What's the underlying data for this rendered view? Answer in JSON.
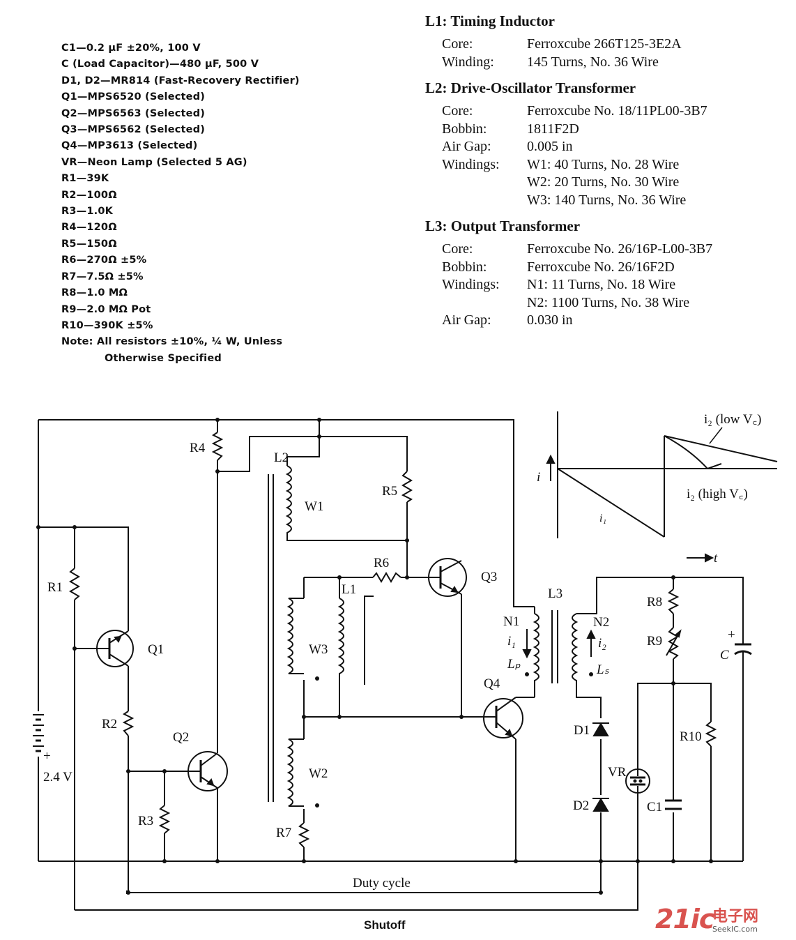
{
  "parts_list": [
    "C1—0.2 μF ±20%, 100 V",
    "C (Load Capacitor)—480 μF, 500 V",
    "D1, D2—MR814 (Fast-Recovery Rectifier)",
    "Q1—MPS6520 (Selected)",
    "Q2—MPS6563 (Selected)",
    "Q3—MPS6562 (Selected)",
    "Q4—MP3613 (Selected)",
    "VR—Neon Lamp (Selected 5 AG)",
    "R1—39K",
    "R2—100Ω",
    "R3—1.0K",
    "R4—120Ω",
    "R5—150Ω",
    "R6—270Ω ±5%",
    "R7—7.5Ω ±5%",
    "R8—1.0 MΩ",
    "R9—2.0 MΩ Pot",
    "R10—390K ±5%",
    "Note: All resistors ±10%, ¼ W, Unless"
  ],
  "parts_note_cont": "Otherwise Specified",
  "inductors": [
    {
      "title": "L1: Timing Inductor",
      "rows": [
        {
          "k": "Core:",
          "v": "Ferroxcube 266T125-3E2A"
        },
        {
          "k": "Winding:",
          "v": "145 Turns, No. 36 Wire"
        }
      ]
    },
    {
      "title": "L2: Drive-Oscillator Transformer",
      "rows": [
        {
          "k": "Core:",
          "v": "Ferroxcube No. 18/11PL00-3B7"
        },
        {
          "k": "Bobbin:",
          "v": "1811F2D"
        },
        {
          "k": "Air Gap:",
          "v": "0.005 in"
        },
        {
          "k": "Windings:",
          "v": "W1: 40 Turns, No. 28 Wire"
        },
        {
          "k": "",
          "v": "W2: 20 Turns, No. 30 Wire"
        },
        {
          "k": "",
          "v": "W3: 140 Turns, No. 36 Wire"
        }
      ]
    },
    {
      "title": "L3: Output Transformer",
      "rows": [
        {
          "k": "Core:",
          "v": "Ferroxcube No. 26/16P-L00-3B7"
        },
        {
          "k": "Bobbin:",
          "v": "Ferroxcube No. 26/16F2D"
        },
        {
          "k": "Windings:",
          "v": "N1: 11 Turns, No. 18 Wire"
        },
        {
          "k": "",
          "v": "N2: 1100 Turns, No. 38 Wire"
        },
        {
          "k": "Air Gap:",
          "v": "0.030 in"
        }
      ]
    }
  ],
  "schematic_labels": {
    "r4": "R4",
    "r1": "R1",
    "r2": "R2",
    "r3": "R3",
    "r5": "R5",
    "r6": "R6",
    "r7": "R7",
    "r8": "R8",
    "r9": "R9",
    "r10": "R10",
    "q1": "Q1",
    "q2": "Q2",
    "q3": "Q3",
    "q4": "Q4",
    "l1": "L1",
    "l2": "L2",
    "l3": "L3",
    "w1": "W1",
    "w2": "W2",
    "w3": "W3",
    "n1": "N1",
    "n2": "N2",
    "i1": "i₁",
    "i2": "i₂",
    "lp": "Lₚ",
    "ls": "Lₛ",
    "d1": "D1",
    "d2": "D2",
    "vr": "VR",
    "c1": "C1",
    "c": "C",
    "plus": "+",
    "batt_plus": "+",
    "batt_v": "2.4 V",
    "duty": "Duty cycle",
    "shutoff": "Shutoff"
  },
  "waveform_labels": {
    "i": "i",
    "t": "t",
    "i1": "i₁",
    "i2_low": "i₂ (low V꜀)",
    "i2_high": "i₂ (high V꜀)"
  },
  "watermark": {
    "logo": "21ic",
    "cn": "电子网",
    "url": "SeekIC.com"
  }
}
